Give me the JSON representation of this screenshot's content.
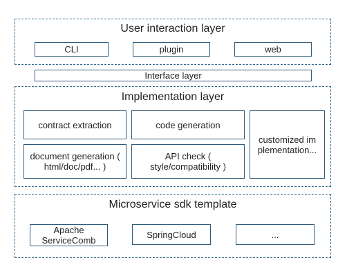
{
  "layers": {
    "user_interaction": {
      "title": "User interaction layer",
      "items": [
        "CLI",
        "plugin",
        "web"
      ]
    },
    "interface": {
      "title": "Interface layer"
    },
    "implementation": {
      "title": "Implementation layer",
      "items": [
        "contract extraction",
        "code generation",
        "document generation ( html/doc/pdf... )",
        "API check ( style/compatibility )",
        "customized implementation..."
      ]
    },
    "microservice": {
      "title": "Microservice sdk template",
      "items": [
        "Apache ServiceComb",
        "SpringCloud",
        "..."
      ]
    }
  },
  "colors": {
    "dashed_border": "#2f6b8f",
    "box_border": "#2f5a7a",
    "text": "#222222",
    "background": "#ffffff"
  }
}
